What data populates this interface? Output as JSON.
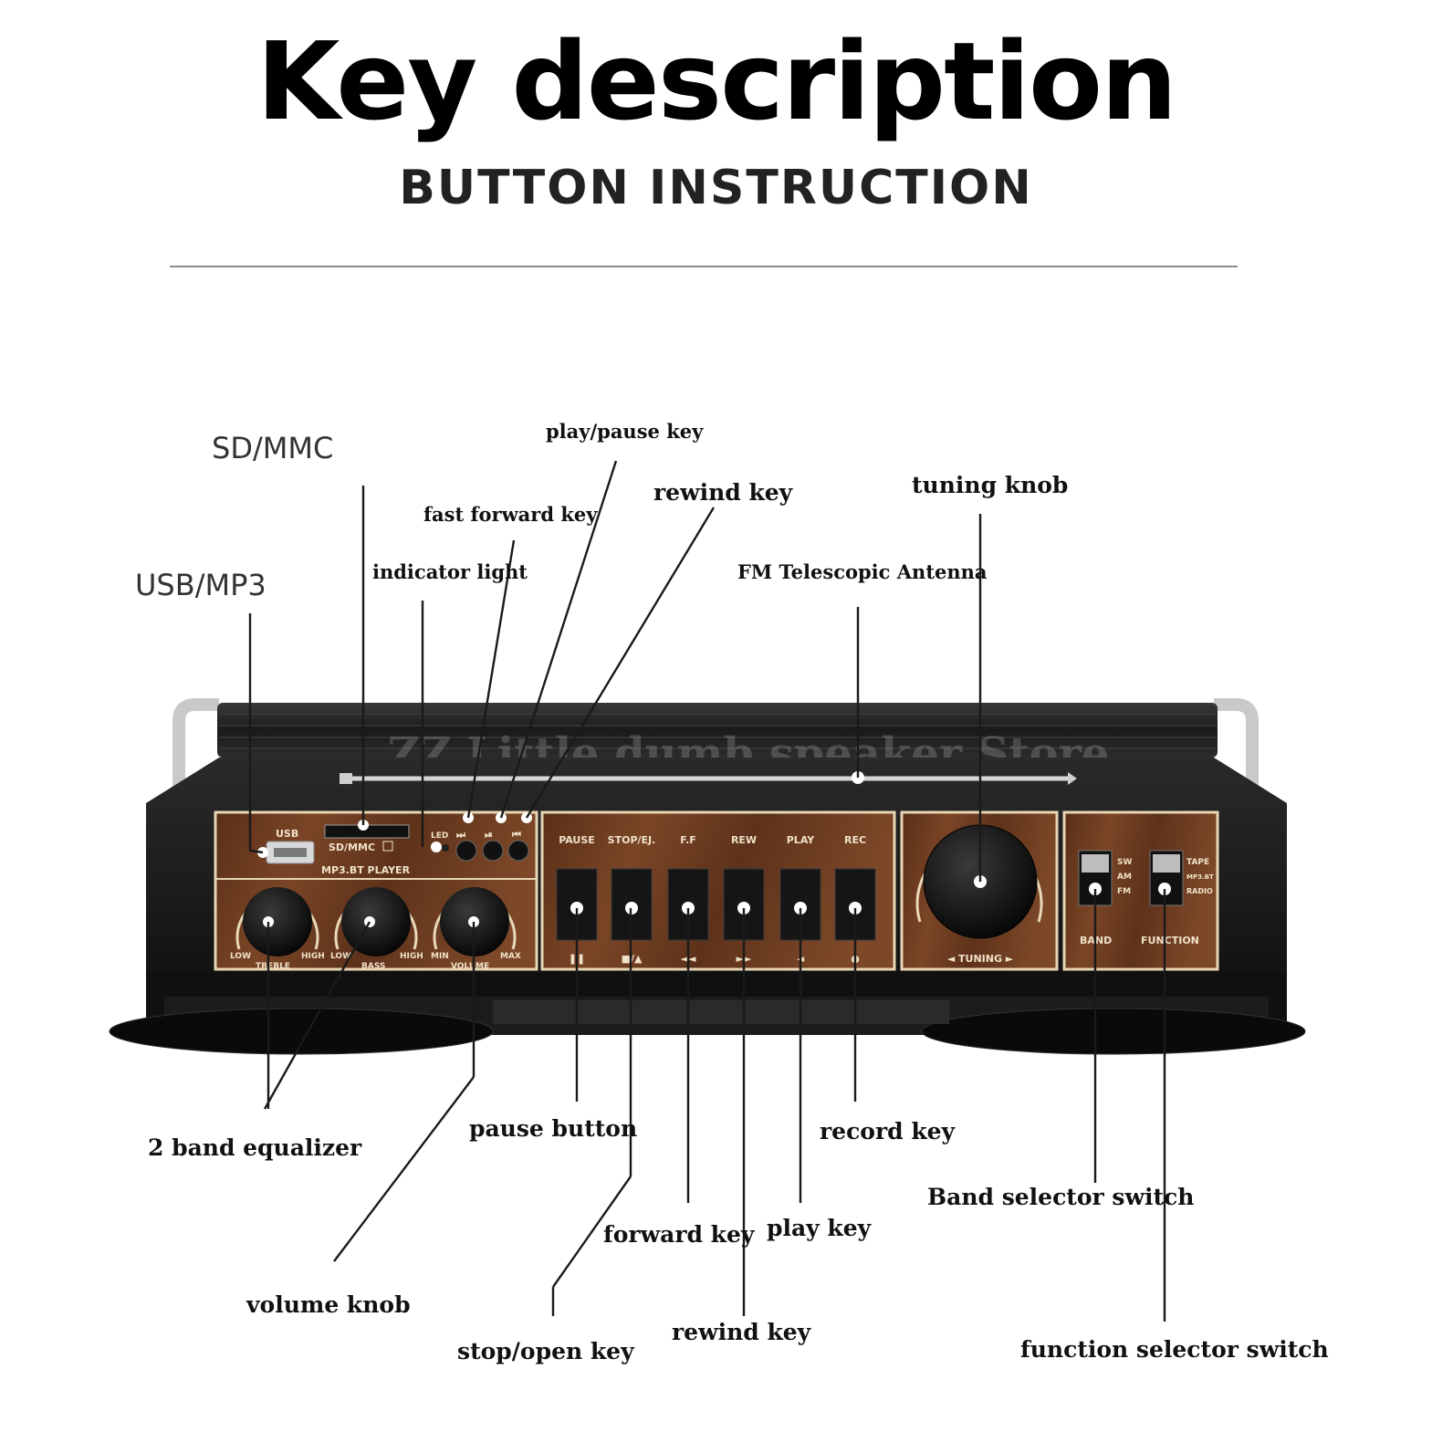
{
  "title": "Key description",
  "subtitle": "BUTTON INSTRUCTION",
  "watermark": "ZZ Little dumb speaker Store",
  "labels": {
    "sd_mmc": "SD/MMC",
    "usb_mp3": "USB/MP3",
    "indicator_light": "indicator light",
    "fast_forward_key": "fast forward key",
    "play_pause_key": "play/pause key",
    "rewind_key_top": "rewind key",
    "tuning_knob": "tuning knob",
    "fm_antenna": "FM Telescopic Antenna",
    "two_band_equalizer": "2 band equalizer",
    "volume_knob": "volume knob",
    "pause_button": "pause button",
    "stop_open_key": "stop/open key",
    "forward_key": "forward key",
    "rewind_key_bottom": "rewind key",
    "play_key": "play key",
    "record_key": "record key",
    "band_selector_switch": "Band selector switch",
    "function_selector_switch": "function selector switch"
  },
  "panel": {
    "usb": "USB",
    "sd_mmc": "SD/MMC",
    "led": "LED",
    "mp3_bt_player": "MP3.BT PLAYER",
    "treble": "TREBLE",
    "bass": "BASS",
    "volume": "VOLUME",
    "low": "LOW",
    "high": "HIGH",
    "min": "MIN",
    "max": "MAX",
    "keys": [
      "PAUSE",
      "STOP/EJ.",
      "F.F",
      "REW",
      "PLAY",
      "REC"
    ],
    "tuning": "◄ TUNING ►",
    "band": "BAND",
    "function": "FUNCTION",
    "band_options": [
      "SW",
      "AM",
      "FM"
    ],
    "function_options": [
      "TAPE",
      "MP3.BT",
      "RADIO"
    ]
  },
  "colors": {
    "wood": "#6a3a1e",
    "body": "#161616",
    "cream": "#e9d8b8"
  }
}
